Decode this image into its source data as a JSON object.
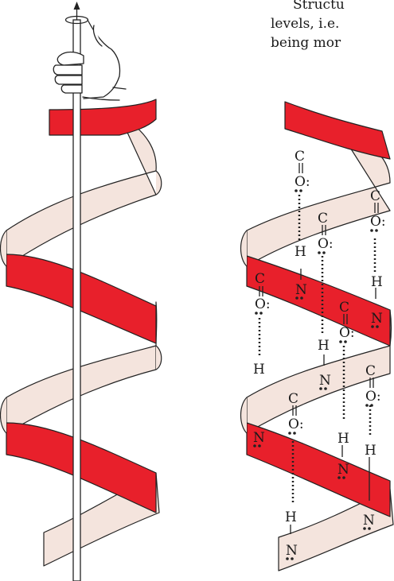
{
  "intro_text": {
    "line1": "Structu",
    "line2": "levels, i.e.",
    "line3": "being mor"
  },
  "colors": {
    "ribbon_red": "#e8202b",
    "ribbon_pink": "#f4e4dd",
    "outline": "#222222"
  },
  "atoms": {
    "C": "C",
    "O": "O:",
    "H": "H",
    "N": "N"
  },
  "icons": [
    "hand-icon",
    "rod-icon",
    "arrow-up-icon"
  ]
}
